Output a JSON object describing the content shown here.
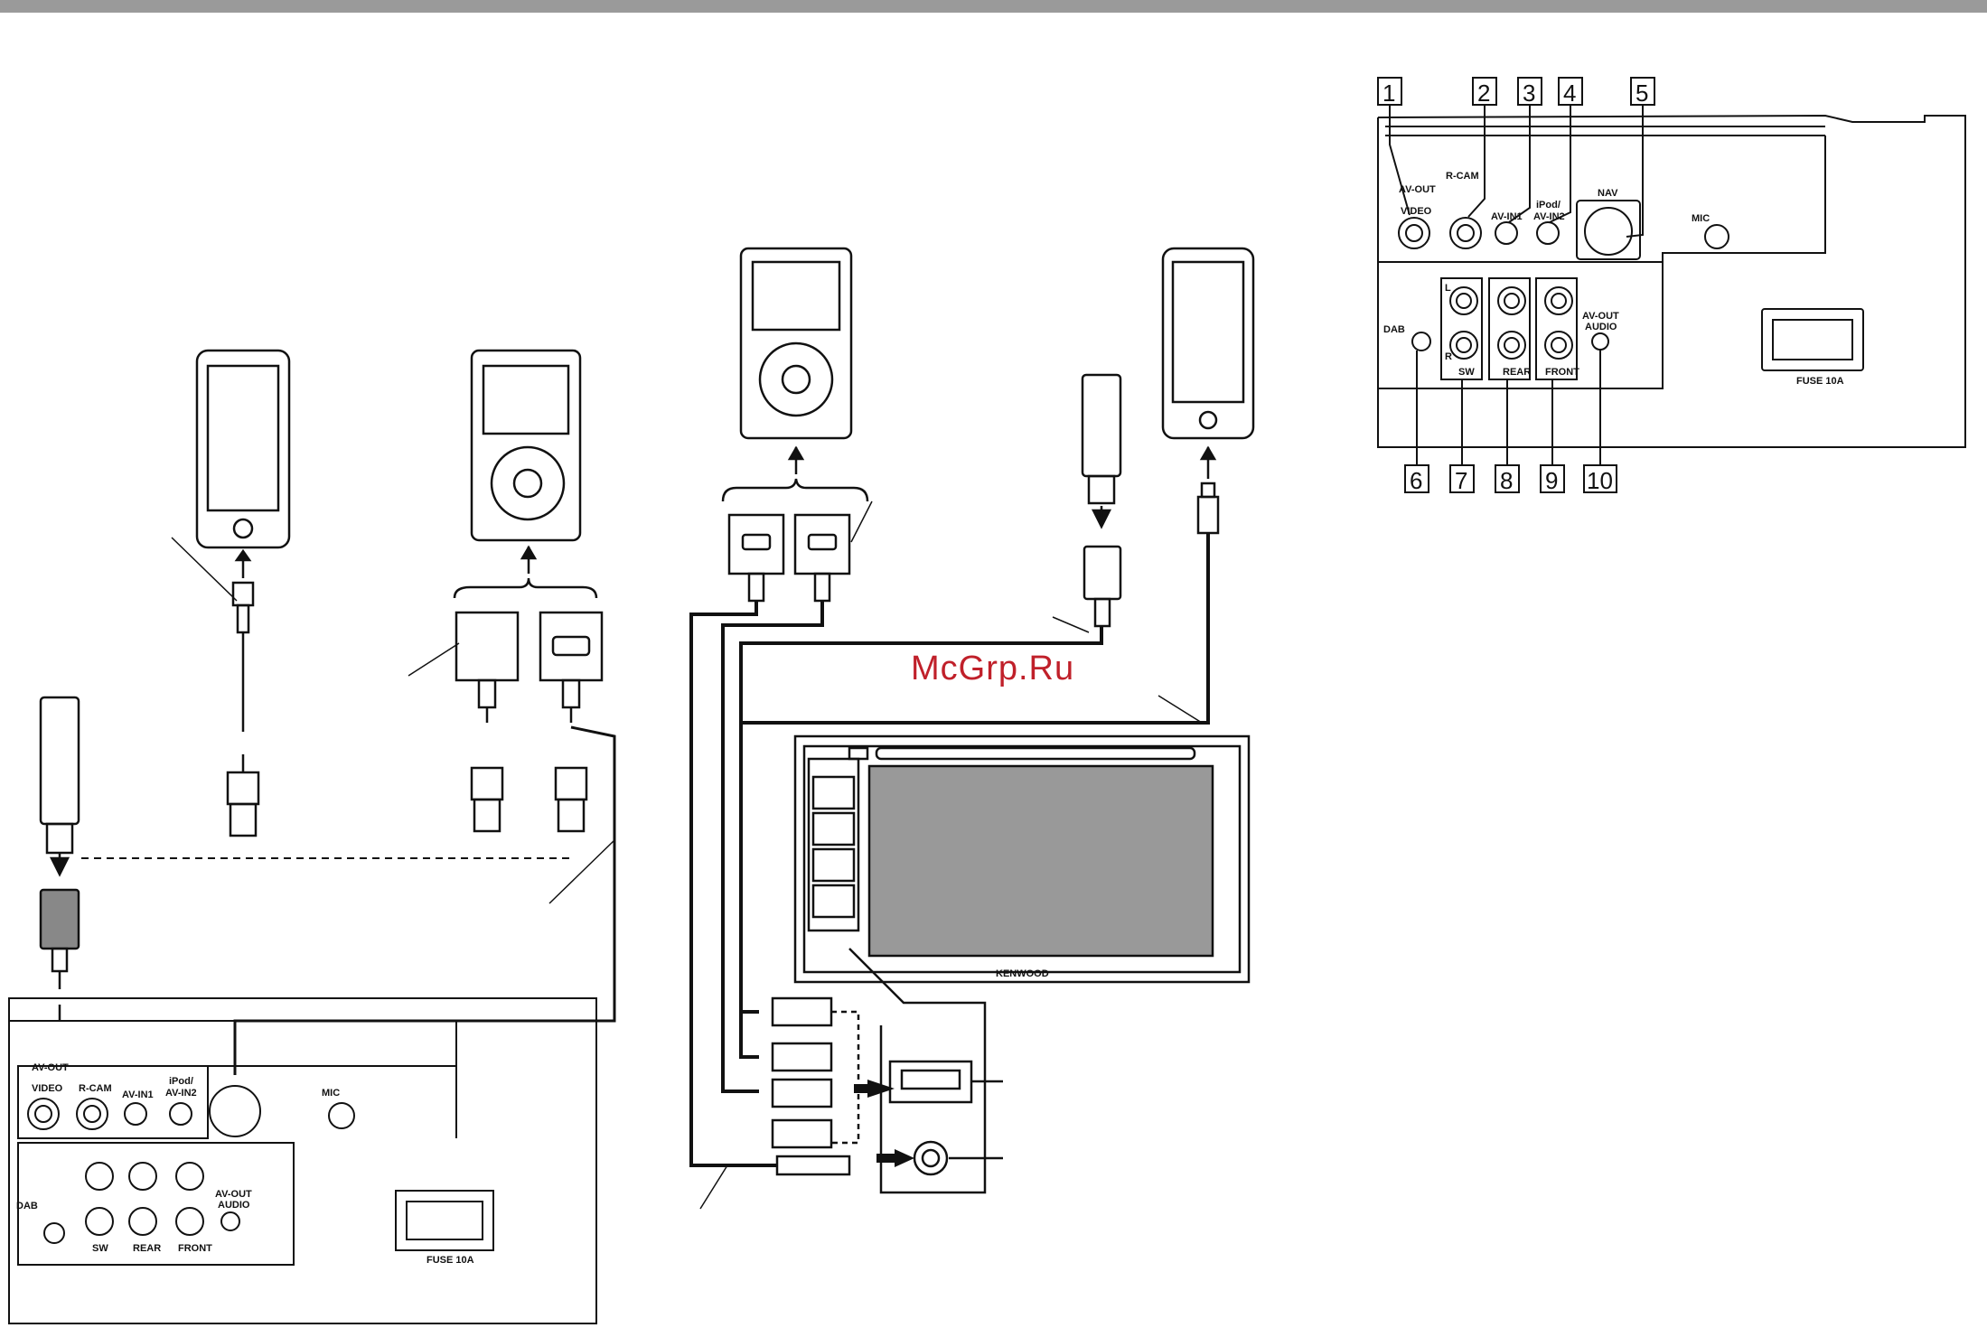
{
  "watermark": "McGrp.Ru",
  "rear_panel": {
    "callout_numbers": [
      "1",
      "2",
      "3",
      "4",
      "5",
      "6",
      "7",
      "8",
      "9",
      "10"
    ],
    "labels": {
      "av_out": "AV-OUT",
      "video": "VIDEO",
      "r_cam": "R-CAM",
      "av_in1": "AV-IN1",
      "ipod_av_in2_line1": "iPod/",
      "ipod_av_in2_line2": "AV-IN2",
      "nav": "NAV",
      "mic": "MIC",
      "dab": "DAB",
      "left": "L",
      "right": "R",
      "sw": "SW",
      "rear": "REAR",
      "front": "FRONT",
      "av_out_audio_line1": "AV-OUT",
      "av_out_audio_line2": "AUDIO",
      "fuse": "FUSE 10A"
    }
  },
  "head_unit": {
    "brand": "KENWOOD"
  },
  "colors": {
    "line": "#111111",
    "watermark": "#c0202a",
    "top_bar": "#999999"
  }
}
